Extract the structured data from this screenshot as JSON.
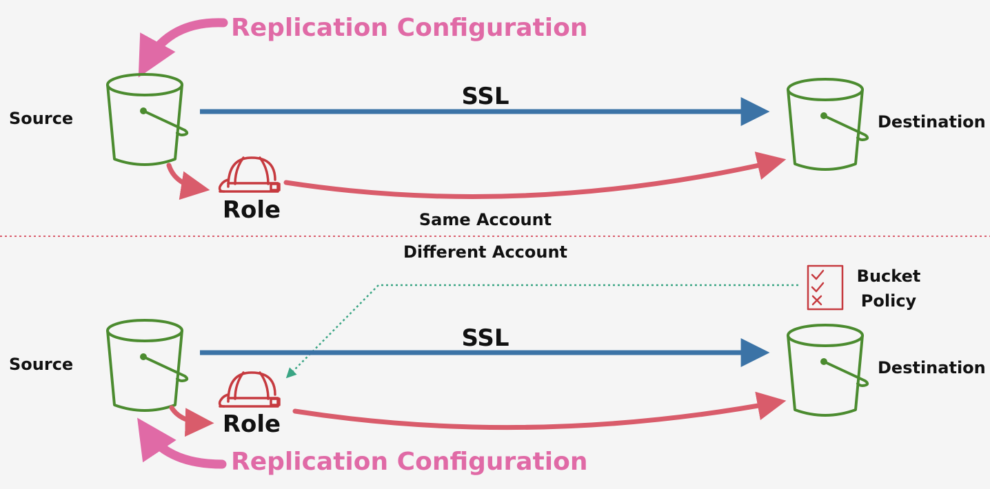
{
  "colors": {
    "background": "#f5f5f5",
    "bucket": "#4b8b2f",
    "ssl_arrow": "#3b73a6",
    "role_arrow": "#d95c6b",
    "replication_arrow": "#e06aa6",
    "role_icon": "#c63a3f",
    "policy_icon": "#c63a3f",
    "divider": "#d95c6b",
    "policy_link": "#3aa584",
    "text": "#111111"
  },
  "icons": {
    "bucket": "s3-bucket-icon",
    "role": "hard-hat-icon",
    "policy": "checklist-icon"
  },
  "same_account": {
    "source_label": "Source",
    "destination_label": "Destination",
    "ssl_label": "SSL",
    "role_label": "Role",
    "replication_label": "Replication Configuration",
    "section_label": "Same Account"
  },
  "different_account": {
    "section_label": "Different Account",
    "source_label": "Source",
    "destination_label": "Destination",
    "ssl_label": "SSL",
    "role_label": "Role",
    "replication_label": "Replication Configuration",
    "bucket_policy_line1": "Bucket",
    "bucket_policy_line2": "Policy"
  }
}
